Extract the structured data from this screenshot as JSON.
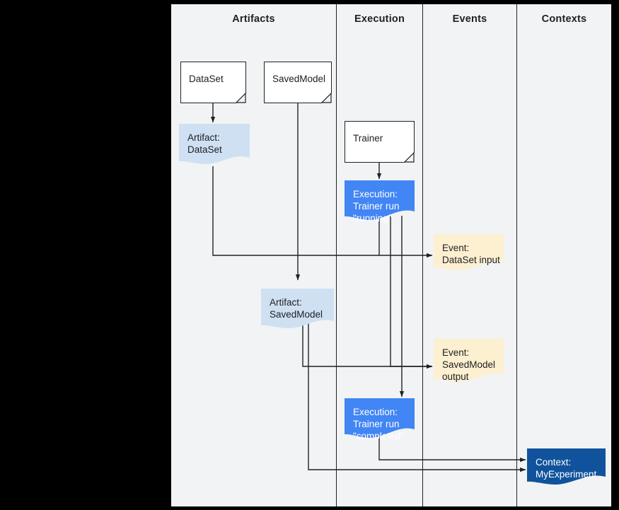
{
  "diagram": {
    "type": "mlmd-lineage-swimlane",
    "background": "#f1f3f4",
    "columns": [
      {
        "id": "artifacts",
        "label": "Artifacts"
      },
      {
        "id": "execution",
        "label": "Execution"
      },
      {
        "id": "events",
        "label": "Events"
      },
      {
        "id": "contexts",
        "label": "Contexts"
      }
    ],
    "colors": {
      "canvas": "#f1f3f4",
      "outline": "#202124",
      "artifact_fill": "#cfe0f3",
      "execution_fill": "#4285f4",
      "event_fill": "#fdf0d0",
      "context_fill": "#10539c",
      "document_fill": "#ffffff"
    },
    "nodes": [
      {
        "id": "dataset-type",
        "kind": "document",
        "column": "artifacts",
        "label": "DataSet"
      },
      {
        "id": "savedmodel-type",
        "kind": "document",
        "column": "artifacts",
        "label": "SavedModel"
      },
      {
        "id": "trainer-type",
        "kind": "document",
        "column": "execution",
        "label": "Trainer"
      },
      {
        "id": "artifact-dataset",
        "kind": "artifact",
        "column": "artifacts",
        "label": "Artifact:\nDataSet"
      },
      {
        "id": "artifact-savedmodel",
        "kind": "artifact",
        "column": "artifacts",
        "label": "Artifact:\nSavedModel"
      },
      {
        "id": "execution-running",
        "kind": "execution",
        "column": "execution",
        "label": "Execution:\nTrainer run\n\"running\""
      },
      {
        "id": "execution-completed",
        "kind": "execution",
        "column": "execution",
        "label": "Execution:\nTrainer run\n\"completed\""
      },
      {
        "id": "event-dataset-input",
        "kind": "event",
        "column": "events",
        "label": "Event:\nDataSet input"
      },
      {
        "id": "event-savedmodel-output",
        "kind": "event",
        "column": "events",
        "label": "Event:\nSavedModel\noutput"
      },
      {
        "id": "context-myexperiment",
        "kind": "context",
        "column": "contexts",
        "label": "Context:\nMyExperiment"
      }
    ]
  }
}
